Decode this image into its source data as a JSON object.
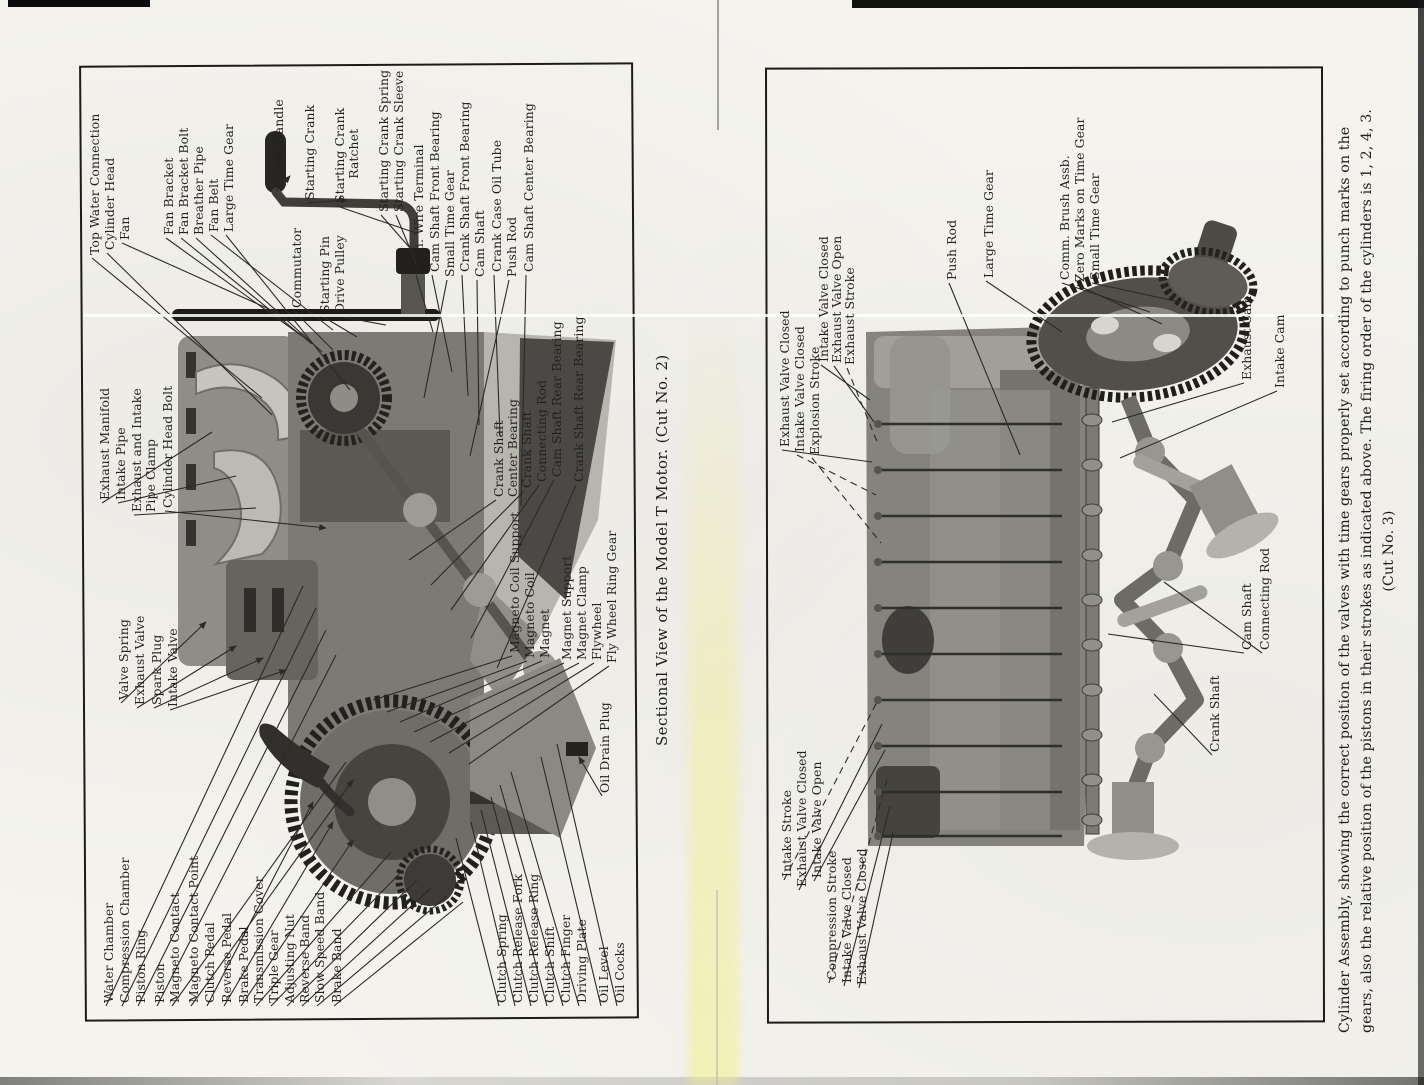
{
  "left_page": {
    "caption": "Sectional View of the Model T Motor.  (Cut No. 2)",
    "labels": [
      "Top Water Connection",
      "Cylinder Head",
      "Fan",
      "Fan Bracket",
      "Fan Bracket Bolt",
      "Breather Pipe",
      "Fan Belt",
      "Large Time Gear",
      "Crank Handle",
      "Starting Crank",
      "Starting Crank\n      Ratchet",
      "Commutator",
      "Starting Pin",
      "Drive Pulley",
      "Starting Crank Spring",
      "Starting Crank Sleeve",
      "Com. Wire Terminal",
      "Cam Shaft Front Bearing",
      "Small Time Gear",
      "Crank Shaft Front Bearing",
      "Cam Shaft",
      "Crank Case Oil Tube",
      "Push Rod",
      "Cam Shaft Center Bearing",
      "Exhaust Manifold",
      "Intake Pipe",
      "Exhaust and Intake\nPipe Clamp",
      "Cylinder Head Bolt",
      "Valve Spring",
      "Exhaust Valve",
      "Spark Plug",
      "Intake Valve",
      "Water Chamber",
      "Compression Chamber",
      "Piston Ring",
      "Piston",
      "Magneto Contact",
      "Magneto Contact Point",
      "Clutch Pedal",
      "Reverse Pedal",
      "Brake Pedal",
      "Transmission Cover",
      "Triple Gear",
      "Adjusting Nut",
      "Reverse Band",
      "Slow Speed Band",
      "Brake Band",
      "Clutch Spring",
      "Clutch Release Fork",
      "Clutch Release Ring",
      "Clutch Shift",
      "Clutch Finger",
      "Driving Plate",
      "Oil Level",
      "Oil Cocks",
      "Oil Drain Plug",
      "Crank Shaft\nCenter Bearing",
      "Crank Shaft",
      "Connecting Rod",
      "Cam Shaft Rear Bearing",
      "Crank Shaft Rear Bearing",
      "Magneto Coil Support",
      "Magneto Coil",
      "Magnet",
      "Magnet Support",
      "Magnet Clamp",
      "Flywheel",
      "Fly Wheel Ring Gear"
    ]
  },
  "right_page": {
    "caption_lines": [
      "Cylinder Assembly, showing the correct position of the valves with time gears properly set according to punch marks on the",
      "gears, also the relative position of the pistons in their strokes as indicated above.  The firing order of the cylinders is 1, 2, 4, 3.",
      "(Cut No. 3)"
    ],
    "labels": [
      "Push Rod",
      "Large Time Gear",
      "Comm. Brush Assb.",
      "Zero Marks on Time Gear",
      "Small Time Gear",
      "Exhaust Cam",
      "Intake Cam",
      "Exhaust Valve Closed",
      "Intake Valve Closed",
      "Explosion Stroke",
      "Intake Valve Closed",
      "Exhaust Valve Open",
      "Exhaust Stroke",
      "Intake Stroke",
      "Exhaust Valve Closed",
      "Intake Valve Open",
      "Compression Stroke",
      "Intake Valve Closed",
      "Exhaust Valve Closed",
      "Cam Shaft",
      "Connecting Rod",
      "Crank Shaft"
    ]
  }
}
